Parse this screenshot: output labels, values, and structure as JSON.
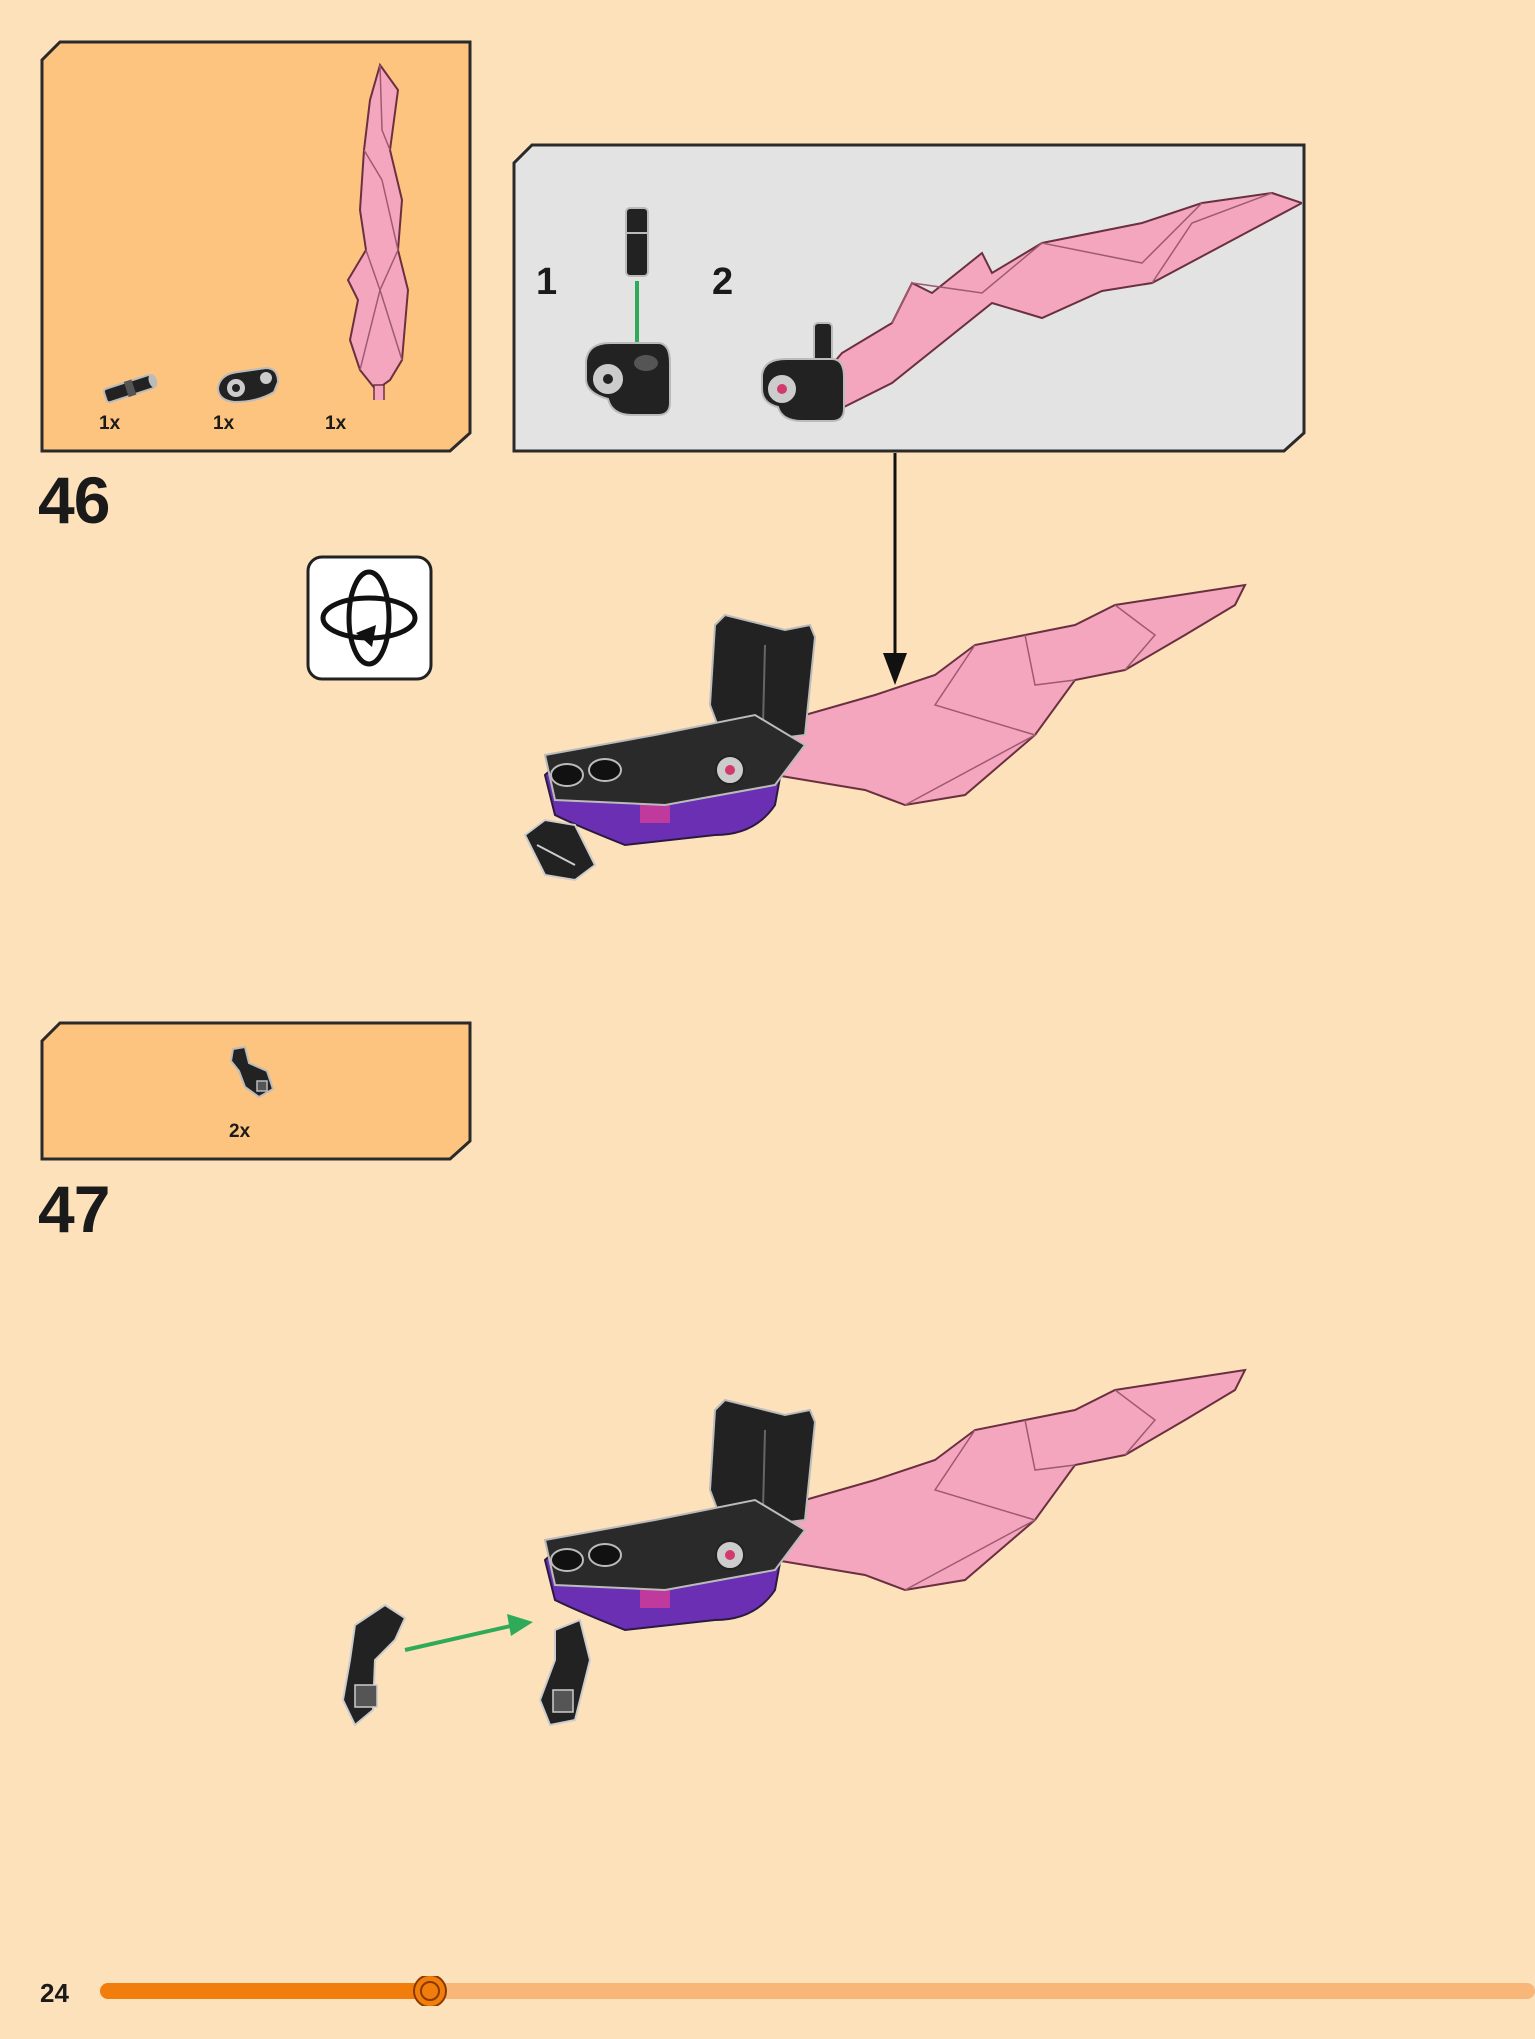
{
  "steps": [
    {
      "number": "46",
      "parts": [
        {
          "qty": "1x",
          "icon": "axle-pin-part"
        },
        {
          "qty": "1x",
          "icon": "axle-connector-part"
        },
        {
          "qty": "1x",
          "icon": "pink-wing-part"
        }
      ],
      "sub_steps": [
        "1",
        "2"
      ],
      "rotate_icon": "rotate-model-icon"
    },
    {
      "number": "47",
      "parts": [
        {
          "qty": "2x",
          "icon": "claw-part"
        }
      ]
    }
  ],
  "footer": {
    "page_number": "24",
    "progress_fraction": 0.23
  },
  "colors": {
    "background": "#fde1bb",
    "parts_box": "#fcc47f",
    "sub_box": "#e3e3e3",
    "pink": "#f4a6bf",
    "purple": "#6a2fb3",
    "arrow_green": "#2faa58",
    "progress_fill": "#f07d0c",
    "progress_track": "#f8b678"
  }
}
